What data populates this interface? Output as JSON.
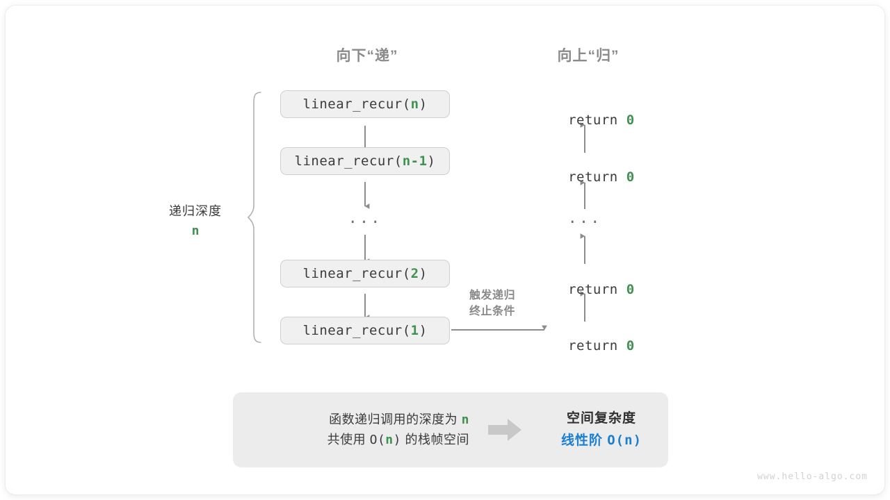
{
  "headers": {
    "down": "向下“递”",
    "up": "向上“归”"
  },
  "depth": {
    "label": "递归深度",
    "value": "n"
  },
  "call_stack": [
    {
      "prefix": "linear_recur(",
      "arg": "n",
      "suffix": ")"
    },
    {
      "prefix": "linear_recur(",
      "arg": "n-1",
      "suffix": ")"
    },
    {
      "ellipsis": "..."
    },
    {
      "prefix": "linear_recur(",
      "arg": "2",
      "suffix": ")"
    },
    {
      "prefix": "linear_recur(",
      "arg": "1",
      "suffix": ")"
    }
  ],
  "returns": [
    {
      "text": "return ",
      "value": "0"
    },
    {
      "text": "return ",
      "value": "0"
    },
    {
      "ellipsis": "..."
    },
    {
      "text": "return ",
      "value": "0"
    },
    {
      "text": "return ",
      "value": "0"
    }
  ],
  "trigger_note": {
    "line1": "触发递归",
    "line2": "终止条件"
  },
  "summary": {
    "left_line1_a": "函数递归调用的深度为 ",
    "left_line1_n": "n",
    "left_line2_a": "共使用 ",
    "left_line2_o": "O(",
    "left_line2_n": "n",
    "left_line2_c": ")",
    "left_line2_b": " 的栈帧空间",
    "arrow": "arrow-right-icon",
    "right_title": "空间复杂度",
    "right_value_label": "线性阶 ",
    "right_value_expr_a": "O(",
    "right_value_expr_n": "n",
    "right_value_expr_b": ")"
  },
  "watermark": "www.hello-algo.com",
  "colors": {
    "green": "#3f9150",
    "blue": "#1a7fd0",
    "gray_text": "#8a8a8a",
    "dark_text": "#3b3b3b",
    "box_fill": "#f0f0f0",
    "box_border": "#cfcfcf",
    "panel_fill": "#ececec",
    "arrow": "#8c8c8c"
  }
}
